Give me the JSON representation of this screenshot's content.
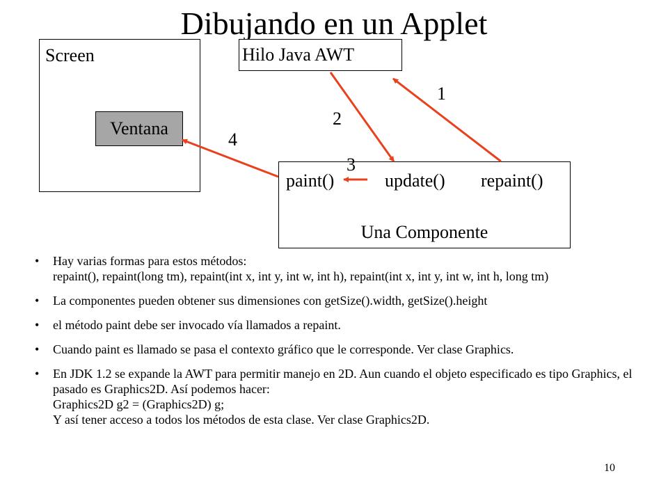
{
  "title": "Dibujando en un Applet",
  "diagram": {
    "screen_label": "Screen",
    "window_label": "Ventana",
    "thread_label": "Hilo Java AWT",
    "component": {
      "methods": [
        "paint()",
        "update()",
        "repaint()"
      ],
      "label": "Una Componente"
    },
    "step_numbers": [
      "1",
      "2",
      "3",
      "4"
    ],
    "arrow_color": "#e8411c"
  },
  "bullets": [
    {
      "lines": [
        "Hay varias formas para estos métodos:",
        "repaint(), repaint(long tm), repaint(int x, int y, int w, int h), repaint(int x, int y, int w, int h, long tm)"
      ]
    },
    {
      "lines": [
        "La componentes pueden obtener sus dimensiones con getSize().width, getSize().height"
      ]
    },
    {
      "lines": [
        "el método paint debe ser invocado vía llamados a repaint."
      ]
    },
    {
      "lines": [
        "Cuando paint es llamado se pasa el contexto gráfico que le corresponde. Ver clase Graphics."
      ]
    },
    {
      "lines": [
        "En JDK 1.2 se expande la AWT para permitir manejo en 2D. Aun cuando el objeto especificado es tipo Graphics, el pasado es Graphics2D. Así podemos hacer:",
        "Graphics2D g2 = (Graphics2D) g;",
        "Y así tener acceso a todos los métodos de esta clase. Ver clase Graphics2D."
      ]
    }
  ],
  "page_number": "10"
}
